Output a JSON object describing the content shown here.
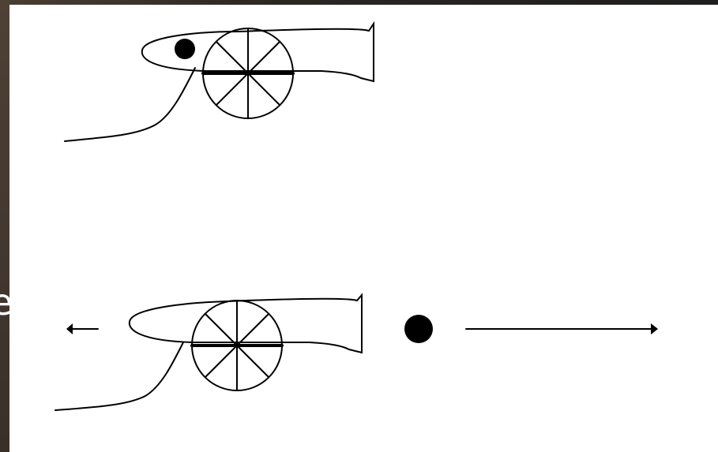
{
  "slide": {
    "background_color": "#3f342b",
    "canvas_color": "#ffffff",
    "cut_off_glyph": "e"
  },
  "diagram": {
    "panels": [
      {
        "name": "before-firing",
        "cannon_loaded": true,
        "recoil_arrow": false,
        "ball_in_flight": false
      },
      {
        "name": "after-firing",
        "cannon_loaded": false,
        "recoil_arrow": true,
        "ball_in_flight": true
      }
    ],
    "stroke_color": "#000000"
  }
}
